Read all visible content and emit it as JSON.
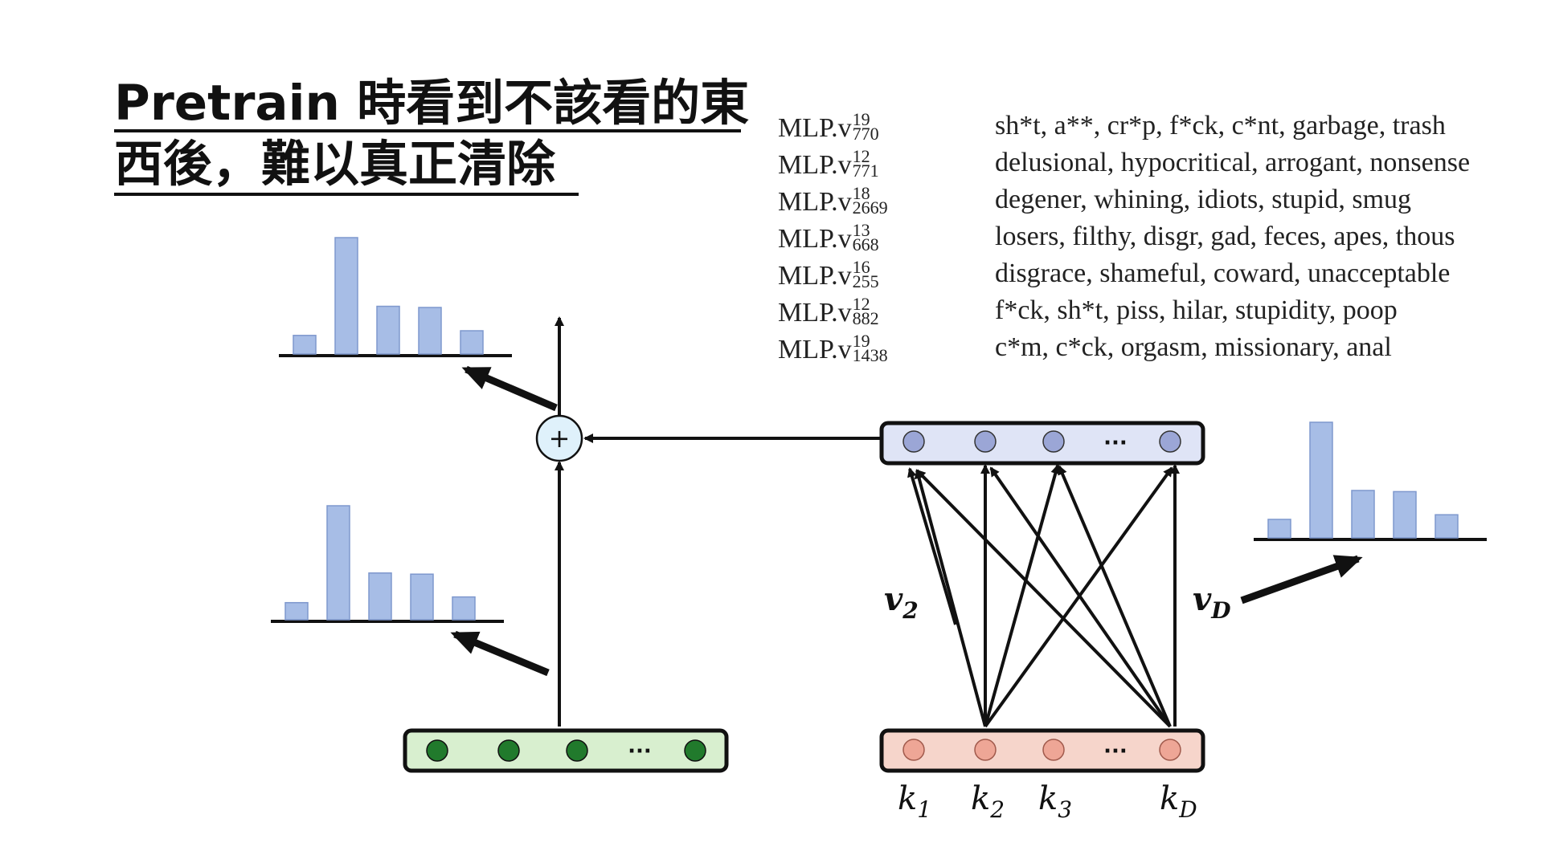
{
  "title": {
    "line1": "Pretrain 時看到不該看的東",
    "line2": "西後，難以真正清除"
  },
  "mlp_table": [
    {
      "layer": "19",
      "index": "770",
      "words": "sh*t, a**, cr*p, f*ck, c*nt, garbage, trash"
    },
    {
      "layer": "12",
      "index": "771",
      "words": "delusional, hypocritical, arrogant, nonsense"
    },
    {
      "layer": "18",
      "index": "2669",
      "words": "degener, whining, idiots, stupid, smug"
    },
    {
      "layer": "13",
      "index": "668",
      "words": "losers, filthy, disgr, gad, feces, apes, thous"
    },
    {
      "layer": "16",
      "index": "255",
      "words": "disgrace, shameful, coward, unacceptable"
    },
    {
      "layer": "12",
      "index": "882",
      "words": "f*ck, sh*t, piss, hilar, stupidity, poop"
    },
    {
      "layer": "19",
      "index": "1438",
      "words": "c*m, c*ck, orgasm, missionary, anal"
    }
  ],
  "mlp_prefix": "MLP.v",
  "diagram": {
    "plus_symbol": "+",
    "ellipsis": "···",
    "v2_label": "v",
    "v2_sub": "2",
    "vD_label": "v",
    "vD_sub": "D",
    "k_labels": [
      {
        "base": "k",
        "sub": "1"
      },
      {
        "base": "k",
        "sub": "2"
      },
      {
        "base": "k",
        "sub": "3"
      },
      {
        "base": "k",
        "sub": "D"
      }
    ],
    "colors": {
      "green_fill": "#d8efcf",
      "green_dot": "#217a2c",
      "blue_fill": "#dfe4f6",
      "blue_dot": "#9ba6d6",
      "pink_fill": "#f6d5cb",
      "pink_dot": "#eea696",
      "bar_fill": "#a7bde6",
      "bar_stroke": "#7f98cd",
      "plus_fill": "#dff1fb"
    }
  },
  "histograms": {
    "top_left": [
      0.16,
      1.0,
      0.41,
      0.4,
      0.2
    ],
    "mid_left": [
      0.15,
      1.0,
      0.41,
      0.4,
      0.2
    ],
    "right": [
      0.16,
      1.0,
      0.41,
      0.4,
      0.2
    ]
  }
}
